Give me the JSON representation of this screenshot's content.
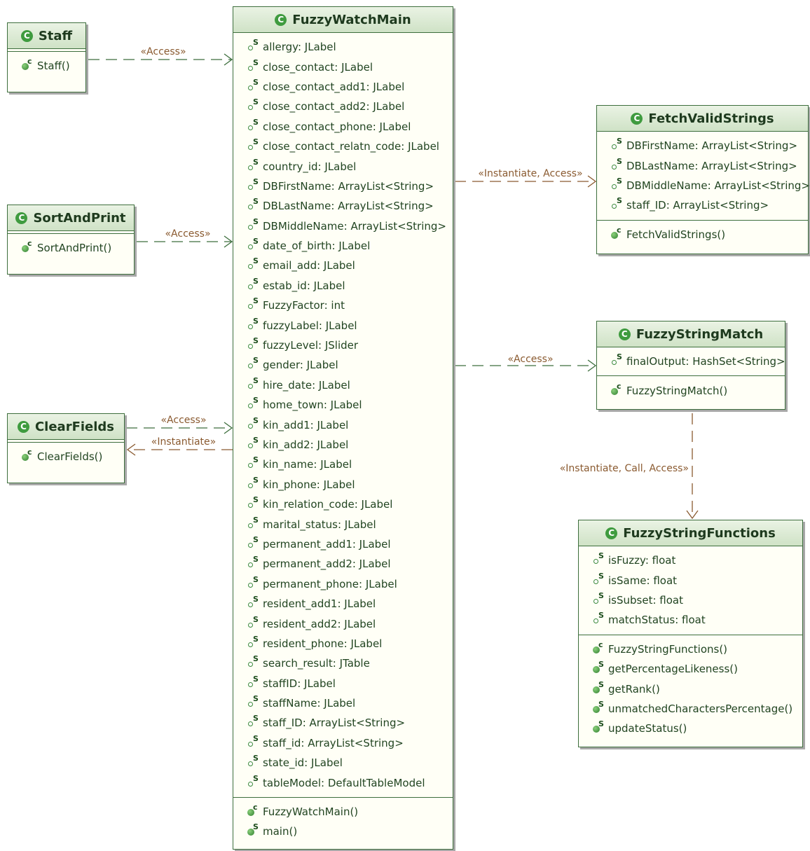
{
  "classes": {
    "staff": {
      "name": "Staff",
      "methods": [
        "Staff()"
      ]
    },
    "sort_and_print": {
      "name": "SortAndPrint",
      "methods": [
        "SortAndPrint()"
      ]
    },
    "clear_fields": {
      "name": "ClearFields",
      "methods": [
        "ClearFields()"
      ]
    },
    "fuzzy_watch_main": {
      "name": "FuzzyWatchMain",
      "fields": [
        "allergy: JLabel",
        "close_contact: JLabel",
        "close_contact_add1: JLabel",
        "close_contact_add2: JLabel",
        "close_contact_phone: JLabel",
        "close_contact_relatn_code: JLabel",
        "country_id: JLabel",
        "DBFirstName: ArrayList<String>",
        "DBLastName: ArrayList<String>",
        "DBMiddleName: ArrayList<String>",
        "date_of_birth: JLabel",
        "email_add: JLabel",
        "estab_id: JLabel",
        "FuzzyFactor: int",
        "fuzzyLabel: JLabel",
        "fuzzyLevel: JSlider",
        "gender: JLabel",
        "hire_date: JLabel",
        "home_town: JLabel",
        "kin_add1: JLabel",
        "kin_add2: JLabel",
        "kin_name: JLabel",
        "kin_phone: JLabel",
        "kin_relation_code: JLabel",
        "marital_status: JLabel",
        "permanent_add1: JLabel",
        "permanent_add2: JLabel",
        "permanent_phone: JLabel",
        "resident_add1: JLabel",
        "resident_add2: JLabel",
        "resident_phone: JLabel",
        "search_result: JTable",
        "staffID: JLabel",
        "staffName: JLabel",
        "staff_ID: ArrayList<String>",
        "staff_id: ArrayList<String>",
        "state_id: JLabel",
        "tableModel: DefaultTableModel"
      ],
      "methods": [
        "FuzzyWatchMain()",
        "main()"
      ],
      "method_marks": [
        "C",
        "S"
      ]
    },
    "fetch_valid_strings": {
      "name": "FetchValidStrings",
      "fields": [
        "DBFirstName: ArrayList<String>",
        "DBLastName: ArrayList<String>",
        "DBMiddleName: ArrayList<String>",
        "staff_ID: ArrayList<String>"
      ],
      "methods": [
        "FetchValidStrings()"
      ]
    },
    "fuzzy_string_match": {
      "name": "FuzzyStringMatch",
      "fields": [
        "finalOutput: HashSet<String>"
      ],
      "methods": [
        "FuzzyStringMatch()"
      ]
    },
    "fuzzy_string_functions": {
      "name": "FuzzyStringFunctions",
      "fields": [
        "isFuzzy: float",
        "isSame: float",
        "isSubset: float",
        "matchStatus: float"
      ],
      "methods": [
        "FuzzyStringFunctions()",
        "getPercentageLikeness()",
        "getRank()",
        "unmatchedCharactersPercentage()",
        "updateStatus()"
      ],
      "method_marks": [
        "C",
        "S",
        "S",
        "S",
        "S"
      ]
    }
  },
  "relations": {
    "staff_access": "«Access»",
    "sortandprint_access": "«Access»",
    "clearfields_access": "«Access»",
    "clearfields_instantiate": "«Instantiate»",
    "fetch_instantiate_access": "«Instantiate, Access»",
    "match_access": "«Access»",
    "functions_instantiate_call_access": "«Instantiate, Call, Access»"
  },
  "colors": {
    "border": "#3d6e3d",
    "text": "#214421",
    "connector": "#3d6e3d",
    "relation_label": "#8a5a30"
  }
}
